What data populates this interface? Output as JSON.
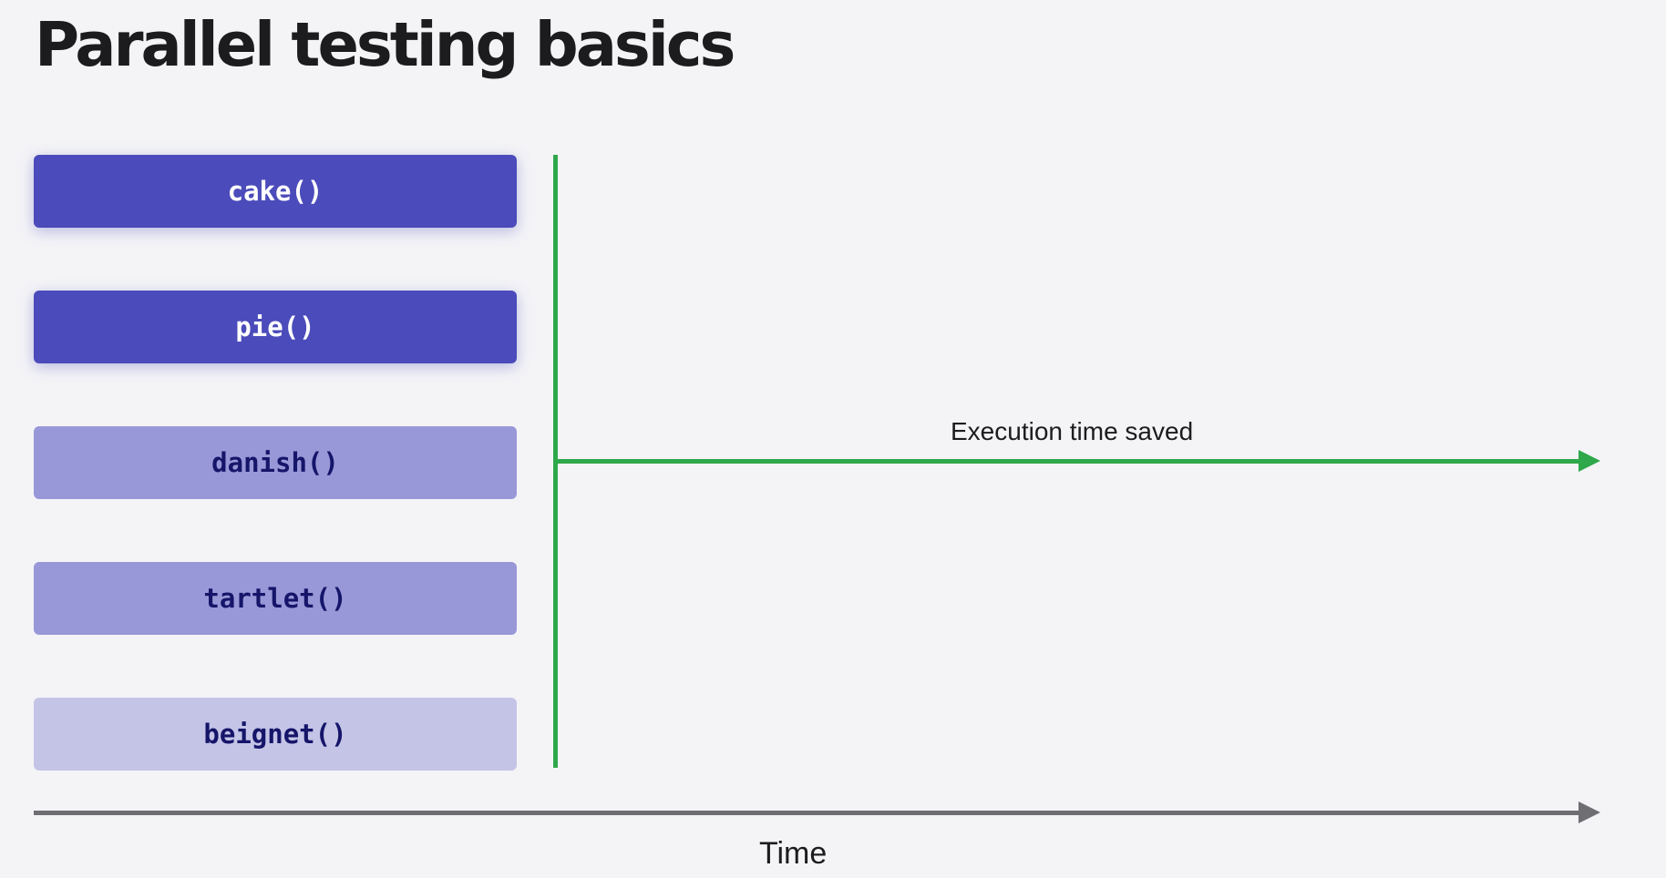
{
  "title": "Parallel testing basics",
  "tasks": [
    {
      "label": "cake()",
      "state": "active"
    },
    {
      "label": "pie()",
      "state": "active"
    },
    {
      "label": "danish()",
      "state": "pending"
    },
    {
      "label": "tartlet()",
      "state": "pending"
    },
    {
      "label": "beignet()",
      "state": "queued"
    }
  ],
  "savings": {
    "label": "Execution time saved"
  },
  "axis": {
    "label": "Time"
  },
  "colors": {
    "background": "#f4f4f7",
    "active_task": "#4b4bbb",
    "pending_task": "#9898d8",
    "queued_task": "#c4c4e7",
    "savings_arrow": "#2ea84a",
    "time_axis": "#6e6e73"
  },
  "icons": {
    "savings_arrow": "arrow-right-icon",
    "time_axis_arrow": "arrow-right-icon"
  }
}
